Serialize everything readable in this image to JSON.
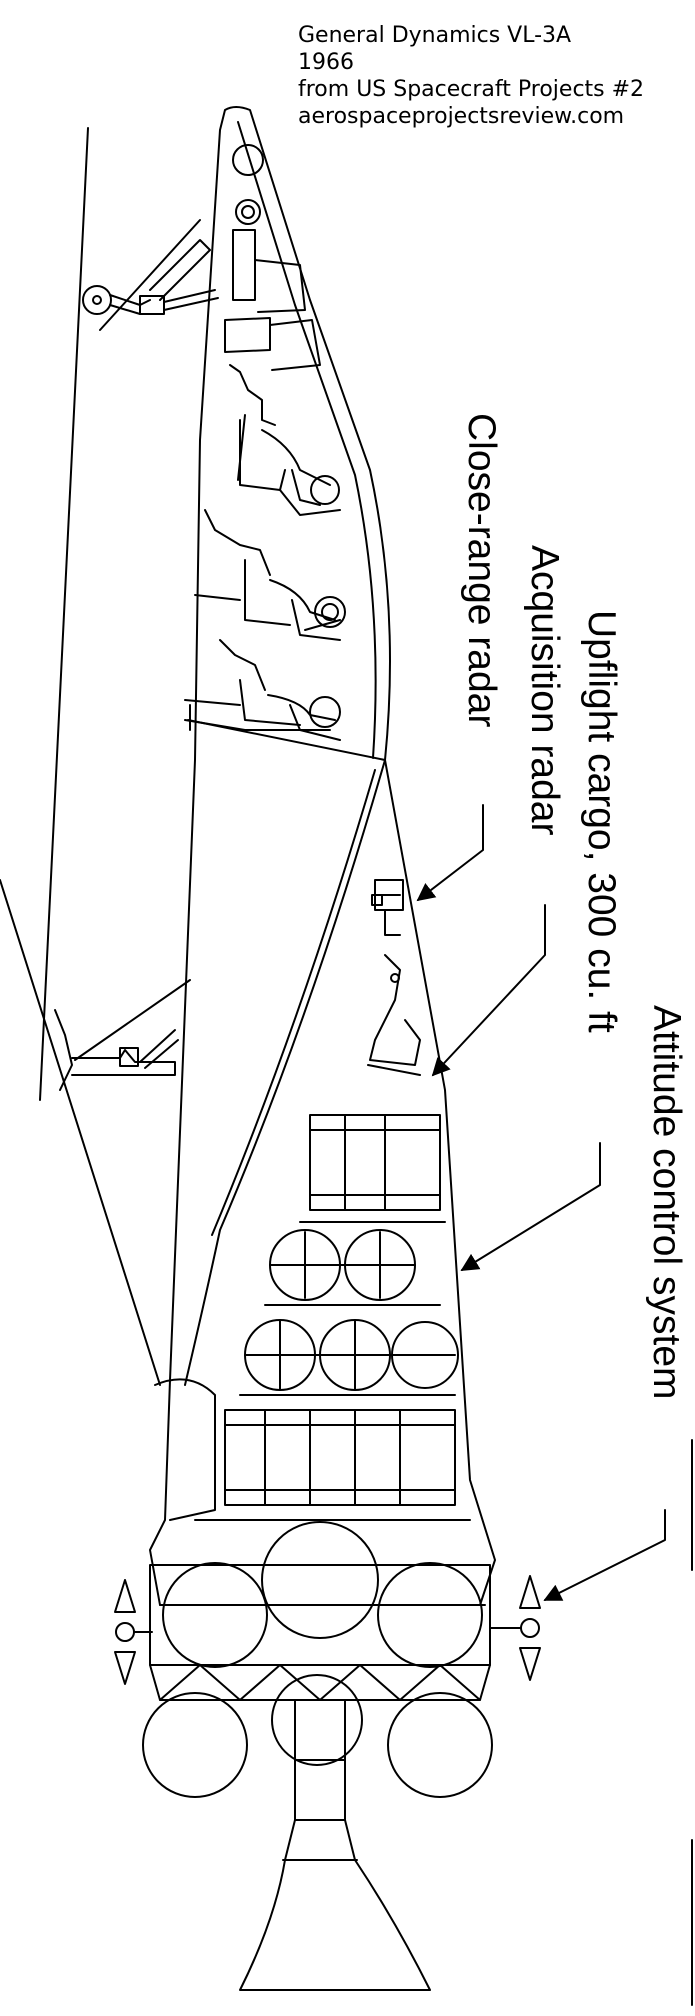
{
  "credit": {
    "line1": "General Dynamics VL-3A",
    "line2": "1966",
    "line3": "from US Spacecraft Projects #2",
    "line4": "aerospaceprojectsreview.com"
  },
  "labels": {
    "attitude": "Attitude control system",
    "cargo": "Upflight cargo, 300 cu. ft",
    "acquisition": "Acquisition radar",
    "close_range": "Close-range radar"
  },
  "colors": {
    "line": "#000000",
    "background": "#ffffff"
  }
}
